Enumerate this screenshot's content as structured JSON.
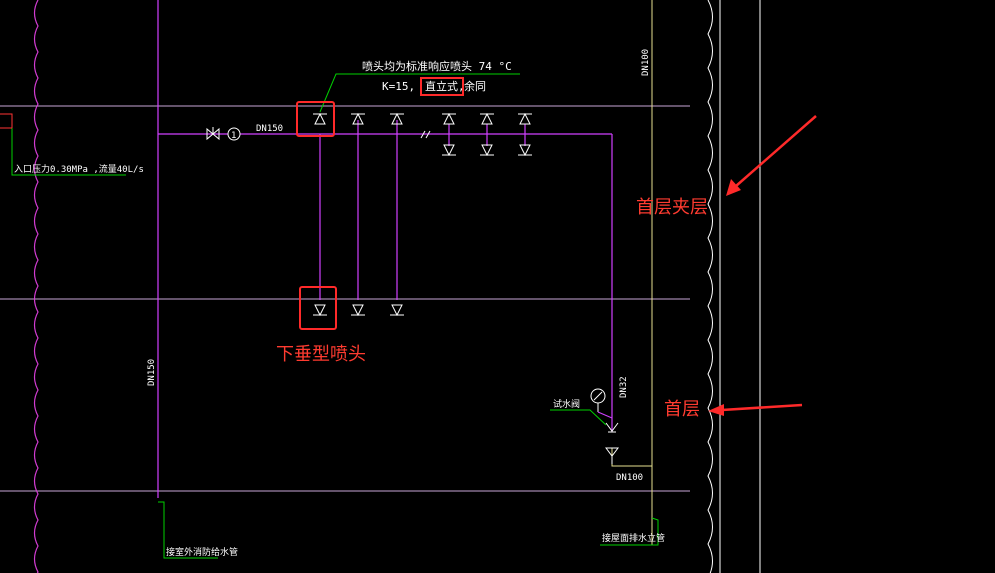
{
  "annotations": {
    "pendent_head": "下垂型喷头",
    "mezzanine": "首层夹层",
    "first_floor": "首层"
  },
  "notes": {
    "head_note_line1": "喷头均为标准响应喷头 74 °C",
    "head_note_k": "K=15,",
    "head_note_upright": "直立式,",
    "head_note_rest": "余同",
    "inlet_pressure": "入口压力0.30MPa ,流量40L/s",
    "test_valve": "试水阀",
    "bottom_left_label": "接室外消防给水管",
    "bottom_right_label": "接屋面排水立管"
  },
  "pipe_sizes": {
    "main_horizontal": "DN150",
    "left_riser": "DN150",
    "right_top": "DN100",
    "drain_riser": "DN32",
    "drain_outlet": "DN100"
  },
  "colors": {
    "background": "#000000",
    "pipe": "#d040ff",
    "floor_line": "#c8a6d6",
    "leader": "#00d000",
    "riser_yellow": "#e6e090",
    "wall": "#d23cd2",
    "annotation": "#ff3b30",
    "symbol": "#ffffff"
  }
}
